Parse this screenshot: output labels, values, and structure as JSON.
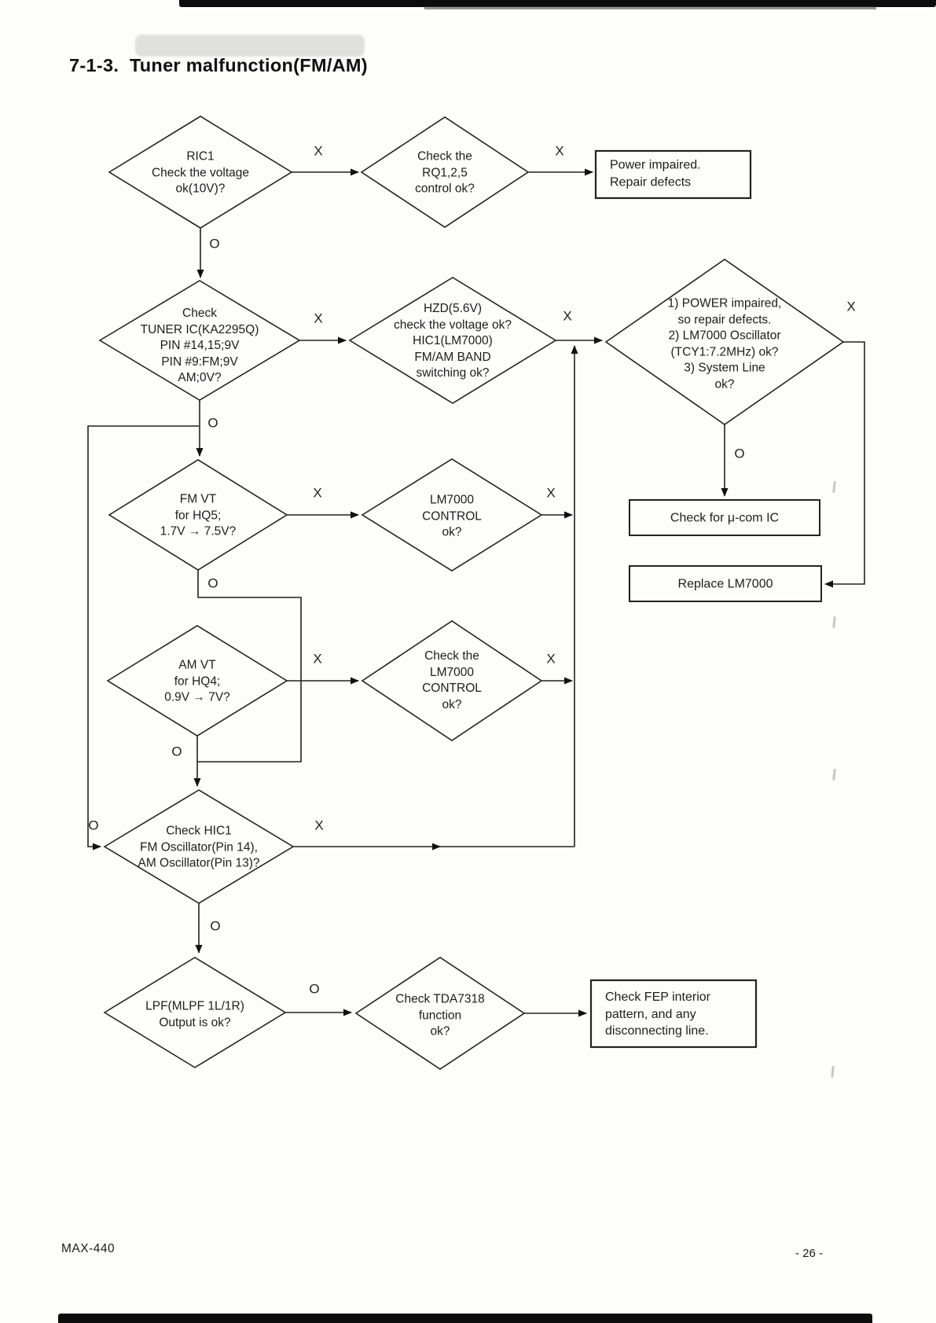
{
  "page": {
    "title": "7-1-3.  Tuner malfunction(FM/AM)",
    "footer_left": "MAX-440",
    "footer_right": "- 26 -"
  },
  "labels": {
    "x": "X",
    "o": "O"
  },
  "nodes": {
    "ric1": {
      "type": "decision",
      "text": "RIC1\nCheck the voltage\nok(10V)?"
    },
    "rq125": {
      "type": "decision",
      "text": "Check the\nRQ1,2,5\ncontrol ok?"
    },
    "power_impaired": {
      "type": "process",
      "text": "Power impaired.\nRepair defects"
    },
    "tuner_ic": {
      "type": "decision",
      "text": "Check\nTUNER IC(KA2295Q)\nPIN #14,15;9V\nPIN #9:FM;9V\nAM;0V?"
    },
    "hzd": {
      "type": "decision",
      "text": "HZD(5.6V)\ncheck the voltage ok?\nHIC1(LM7000)\nFM/AM BAND\nswitching ok?"
    },
    "power_oscillator": {
      "type": "decision",
      "text": "1) POWER impaired,\nso repair defects.\n2) LM7000 Oscillator\n(TCY1:7.2MHz) ok?\n3) System Line\nok?"
    },
    "ucom": {
      "type": "process",
      "text": "Check for μ-com IC"
    },
    "replace_lm7000": {
      "type": "process",
      "text": "Replace LM7000"
    },
    "fm_vt": {
      "type": "decision",
      "text": "FM VT\nfor HQ5;\n1.7V → 7.5V?"
    },
    "lm7000_control": {
      "type": "decision",
      "text": "LM7000\nCONTROL\nok?"
    },
    "am_vt": {
      "type": "decision",
      "text": "AM VT\nfor HQ4;\n0.9V → 7V?"
    },
    "check_lm7000_control": {
      "type": "decision",
      "text": "Check the\nLM7000\nCONTROL\nok?"
    },
    "check_hic1": {
      "type": "decision",
      "text": "Check HIC1\nFM Oscillator(Pin 14),\nAM Oscillator(Pin 13)?"
    },
    "lpf": {
      "type": "decision",
      "text": "LPF(MLPF 1L/1R)\nOutput is ok?"
    },
    "tda7318": {
      "type": "decision",
      "text": "Check TDA7318\nfunction\nok?"
    },
    "fep": {
      "type": "process",
      "text": "Check FEP interior\npattern, and any\ndisconnecting line."
    }
  },
  "colors": {
    "ink": "#1c1c1c",
    "line": "#222222",
    "paper": "#fdfdfc"
  }
}
